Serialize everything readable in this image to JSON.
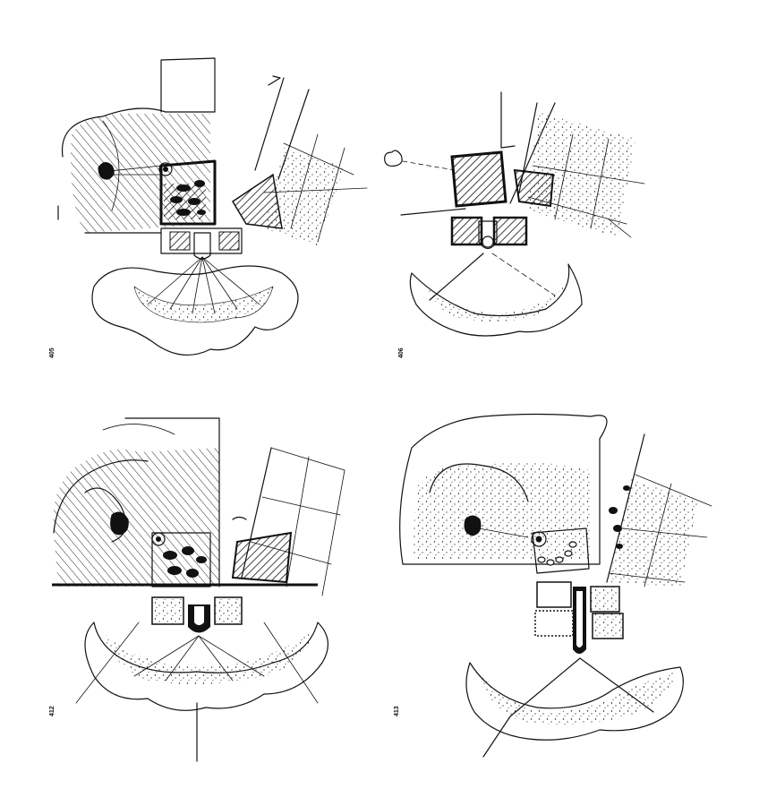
{
  "plates": [
    {
      "id": "top-left",
      "label": "405"
    },
    {
      "id": "top-right",
      "label": "406"
    },
    {
      "id": "bottom-left",
      "label": "412"
    },
    {
      "id": "bottom-right",
      "label": "413"
    }
  ],
  "colors": {
    "ink": "#111111",
    "paper": "#ffffff"
  }
}
